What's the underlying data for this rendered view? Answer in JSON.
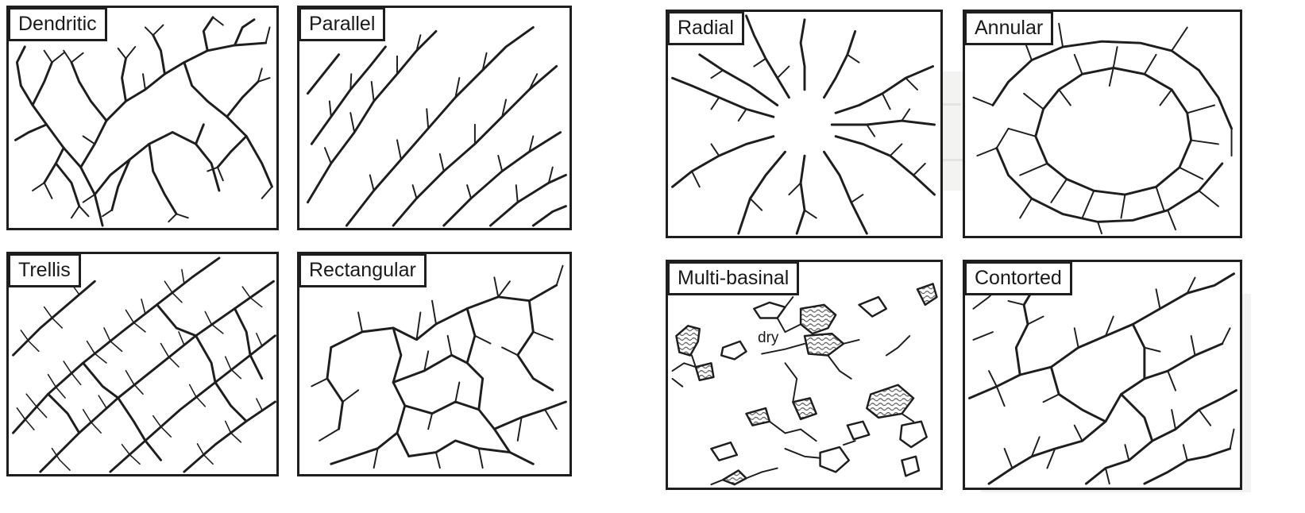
{
  "figure": {
    "panels": [
      {
        "id": "dendritic",
        "label": "Dendritic"
      },
      {
        "id": "parallel",
        "label": "Parallel"
      },
      {
        "id": "trellis",
        "label": "Trellis"
      },
      {
        "id": "rectangular",
        "label": "Rectangular"
      },
      {
        "id": "radial",
        "label": "Radial"
      },
      {
        "id": "annular",
        "label": "Annular"
      },
      {
        "id": "multibasinal",
        "label": "Multi-basinal",
        "annotation": "dry"
      },
      {
        "id": "contorted",
        "label": "Contorted"
      }
    ]
  },
  "colors": {
    "ink": "#1e1e1e",
    "paper": "#ffffff",
    "hatch": "#555555"
  }
}
